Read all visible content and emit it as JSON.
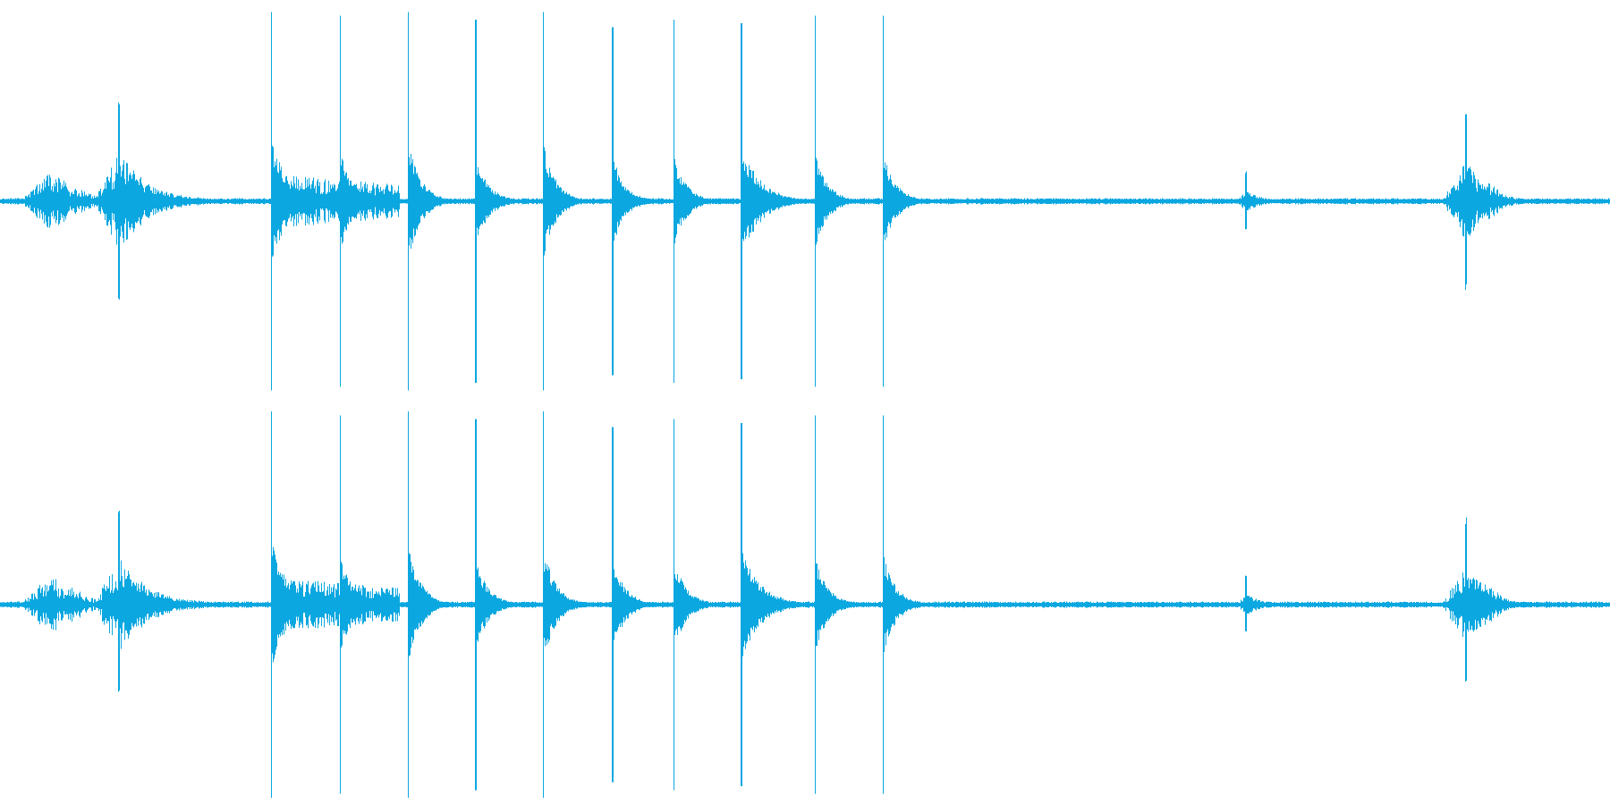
{
  "waveform": {
    "color": "#0aa7e0",
    "background": "#ffffff",
    "channels": [
      {
        "id": "left"
      },
      {
        "id": "right"
      }
    ],
    "duration_units": 1000,
    "noise_floor": 0.012,
    "events": [
      {
        "t": 30,
        "peak": 0.08,
        "decay": 16,
        "kind": "burst",
        "burst_len": 36,
        "burst_amp": 0.12
      },
      {
        "t": 73,
        "peak": 0.52,
        "decay": 22,
        "kind": "burst",
        "burst_len": 30,
        "burst_amp": 0.2
      },
      {
        "t": 168,
        "peak": 1.0,
        "decay": 10,
        "kind": "click",
        "tail": 0.28,
        "burst_len": 80,
        "burst_amp": 0.11
      },
      {
        "t": 211,
        "peak": 0.98,
        "decay": 8,
        "kind": "click",
        "tail": 0.22
      },
      {
        "t": 253,
        "peak": 1.0,
        "decay": 8,
        "kind": "click",
        "tail": 0.26
      },
      {
        "t": 295,
        "peak": 0.96,
        "decay": 8,
        "kind": "click",
        "tail": 0.2
      },
      {
        "t": 337,
        "peak": 1.0,
        "decay": 8,
        "kind": "click",
        "tail": 0.25
      },
      {
        "t": 380,
        "peak": 0.92,
        "decay": 8,
        "kind": "click",
        "tail": 0.2
      },
      {
        "t": 418,
        "peak": 0.96,
        "decay": 8,
        "kind": "click",
        "tail": 0.2
      },
      {
        "t": 460,
        "peak": 0.94,
        "decay": 12,
        "kind": "click",
        "tail": 0.24
      },
      {
        "t": 506,
        "peak": 0.98,
        "decay": 8,
        "kind": "click",
        "tail": 0.2
      },
      {
        "t": 548,
        "peak": 0.98,
        "decay": 8,
        "kind": "click",
        "tail": 0.22
      },
      {
        "t": 773,
        "peak": 0.16,
        "decay": 10,
        "kind": "burst",
        "burst_len": 10,
        "burst_amp": 0.05
      },
      {
        "t": 910,
        "peak": 0.46,
        "decay": 14,
        "kind": "burst",
        "burst_len": 30,
        "burst_amp": 0.16
      }
    ]
  }
}
